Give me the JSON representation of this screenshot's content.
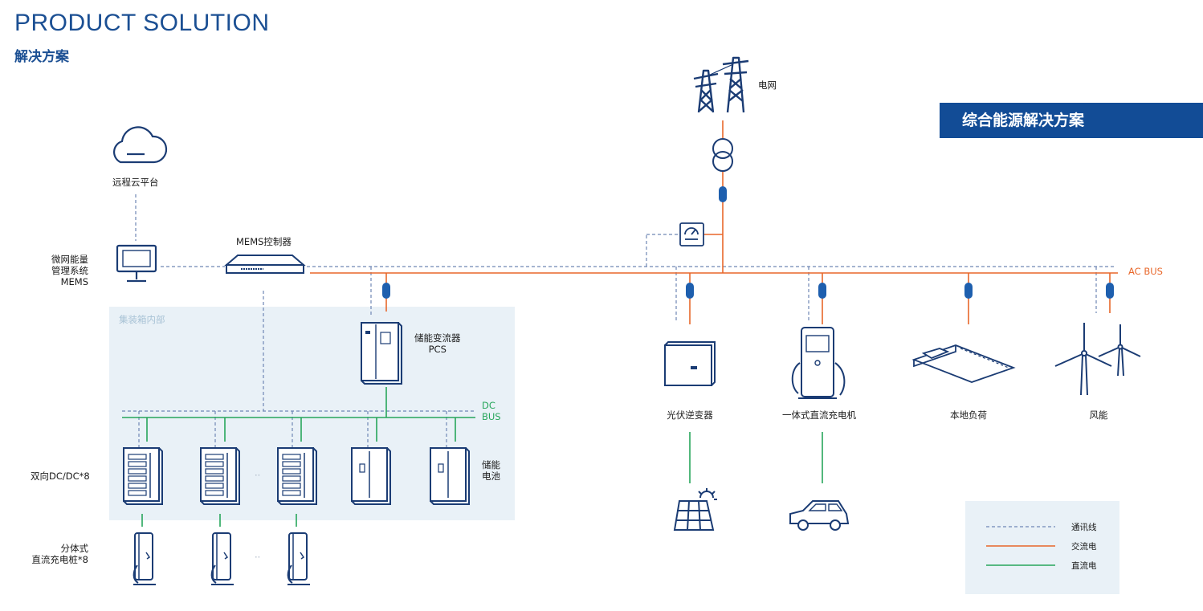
{
  "header": {
    "title_en": "PRODUCT SOLUTION",
    "title_zh": "解决方案"
  },
  "banner": {
    "text": "综合能源解决方案"
  },
  "labels": {
    "grid": "电网",
    "cloud": "远程云平台",
    "mems_controller": "MEMS控制器",
    "mems_line1": "微网能量",
    "mems_line2": "管理系统",
    "mems_line3": "MEMS",
    "container": "集装箱内部",
    "pcs_line1": "储能变流器",
    "pcs_line2": "PCS",
    "dc_bus_line1": "DC",
    "dc_bus_line2": "BUS",
    "ac_bus": "AC BUS",
    "dcdc": "双向DC/DC*8",
    "battery_line1": "储能",
    "battery_line2": "电池",
    "charger_line1": "分体式",
    "charger_line2": "直流充电桩*8",
    "pv_inverter": "光伏逆变器",
    "integrated_charger": "一体式直流充电机",
    "local_load": "本地负荷",
    "wind": "风能",
    "ellipsis": "··"
  },
  "legend": {
    "comm": "通讯线",
    "ac": "交流电",
    "dc": "直流电"
  },
  "colors": {
    "brand_blue": "#1b4f93",
    "ac_line": "#e8672a",
    "dc_line": "#27a65b",
    "comm_line": "#6f87b5",
    "container_bg": "#e9f1f7"
  }
}
